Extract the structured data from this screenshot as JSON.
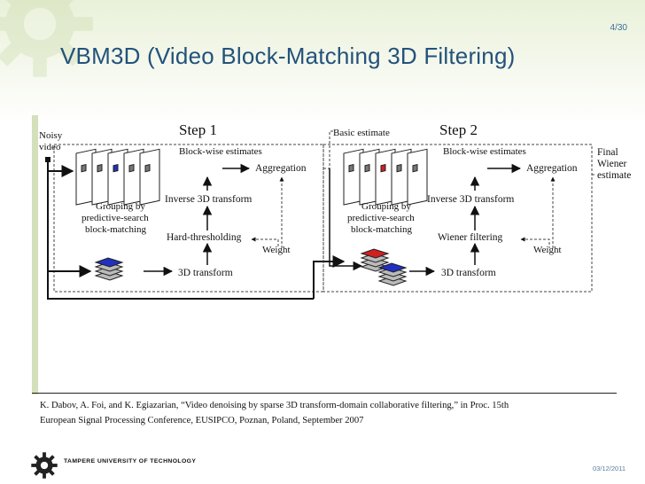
{
  "slide": {
    "page_number": "4/30",
    "title": "VBM3D (Video Block-Matching 3D Filtering)",
    "date": "03/12/2011",
    "institution": "TAMPERE UNIVERSITY OF TECHNOLOGY"
  },
  "diagram": {
    "input_label_line1": "Noisy",
    "input_label_line2": "video",
    "step1": {
      "heading": "Step 1",
      "block_wise": "Block-wise estimates",
      "aggregation": "Aggregation",
      "inverse": "Inverse 3D transform",
      "grouping_line1": "Grouping by",
      "grouping_line2": "predictive-search",
      "grouping_line3": "block-matching",
      "filter": "Hard-thresholding",
      "weight": "Weight",
      "transform": "3D transform"
    },
    "basic_estimate": "Basic estimate",
    "step2": {
      "heading": "Step 2",
      "block_wise": "Block-wise estimates",
      "aggregation": "Aggregation",
      "inverse": "Inverse 3D transform",
      "grouping_line1": "Grouping by",
      "grouping_line2": "predictive-search",
      "grouping_line3": "block-matching",
      "filter": "Wiener filtering",
      "weight": "Weight",
      "transform": "3D transform"
    },
    "output_line1": "Final",
    "output_line2": "Wiener",
    "output_line3": "estimate"
  },
  "citation": {
    "line1": "K. Dabov, A. Foi, and K. Egiazarian, “Video denoising by sparse 3D transform-domain collaborative filtering,” in Proc. 15th",
    "line2": "European Signal Processing Conference, EUSIPCO, Poznan, Poland, September 2007"
  }
}
